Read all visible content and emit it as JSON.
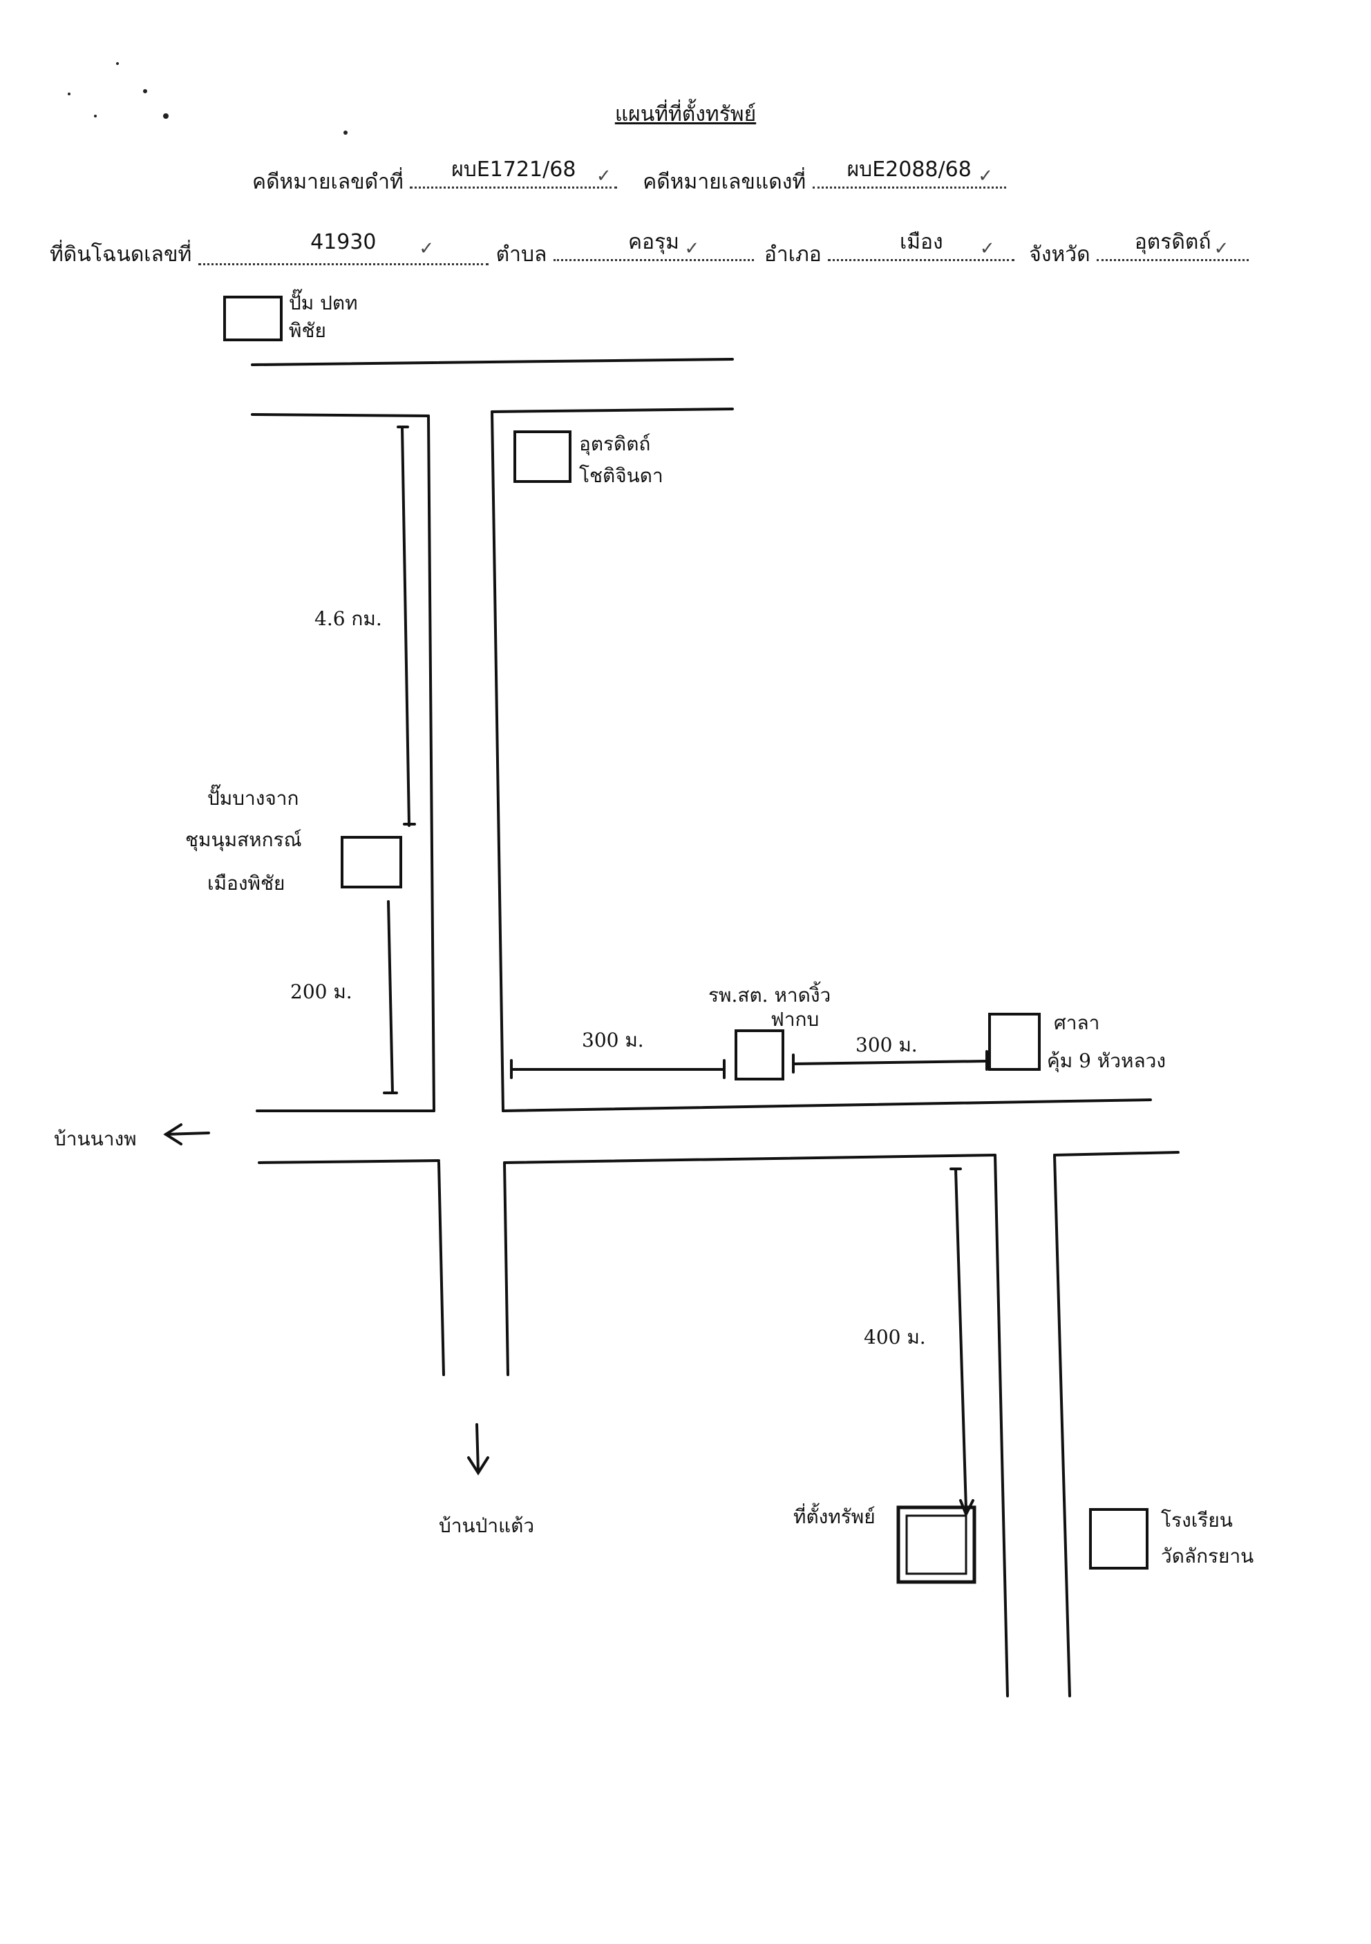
{
  "header": {
    "title": "แผนที่ที่ตั้งทรัพย์",
    "black_case_label": "คดีหมายเลขดำที่",
    "black_case_value": "ผบE1721/68",
    "red_case_label": "คดีหมายเลขแดงที่",
    "red_case_value": "ผบE2088/68",
    "deed_label": "ที่ดินโฉนดเลขที่",
    "deed_value": "41930",
    "subdistrict_label": "ตำบล",
    "subdistrict_value": "คอรุม",
    "district_label": "อำเภอ",
    "district_value": "เมือง",
    "province_label": "จังหวัด",
    "province_value": "อุตรดิตถ์",
    "tick_mark": "✓"
  },
  "map": {
    "landmarks": [
      {
        "line1": "ปั๊ม ปตท",
        "line2": "พิชัย"
      },
      {
        "line1": "อุตรดิตถ์",
        "line2": "โชติจินดา"
      },
      {
        "line1": "ปั๊มบางจาก",
        "line2": "ชุมนุมสหกรณ์",
        "line3": "เมืองพิชัย"
      },
      {
        "line1": "รพ.สต. หาดงิ้ว",
        "line2": "ฟากบ"
      },
      {
        "line1": "ศาลา",
        "line2": "คุ้ม 9 หัวหลวง"
      },
      {
        "line1": "ที่ตั้งทรัพย์"
      },
      {
        "line1": "โรงเรียน",
        "line2": "วัดลักรยาน"
      }
    ],
    "distances": [
      "4.6 กม.",
      "200 ม.",
      "300 ม.",
      "300 ม.",
      "400 ม."
    ],
    "directions": [
      "บ้านนางพ",
      "บ้านป่าแต้ว"
    ]
  }
}
